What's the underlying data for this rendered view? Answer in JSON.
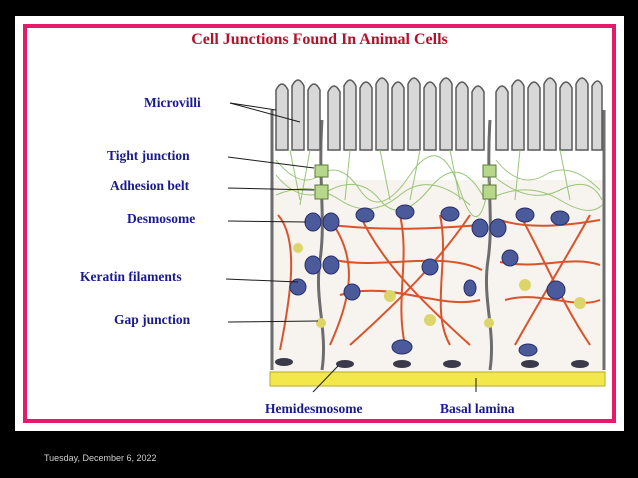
{
  "slide": {
    "title": "Cell Junctions Found In Animal Cells",
    "date": "Tuesday, December 6, 2022"
  },
  "labels": {
    "microvilli": "Microvilli",
    "tight_junction": "Tight junction",
    "adhesion_belt": "Adhesion belt",
    "desmosome": "Desmosome",
    "keratin_filaments": "Keratin filaments",
    "gap_junction": "Gap junction",
    "hemidesmosome": "Hemidesmosome",
    "basal_lamina": "Basal lamina"
  },
  "colors": {
    "border": "#e8196a",
    "title": "#b3122a",
    "label": "#1a1a8f",
    "basal_lamina": "#f2e84a",
    "keratin": "#d9532b",
    "actin": "#8fbf6a",
    "desmosome": "#4a5a9a"
  }
}
